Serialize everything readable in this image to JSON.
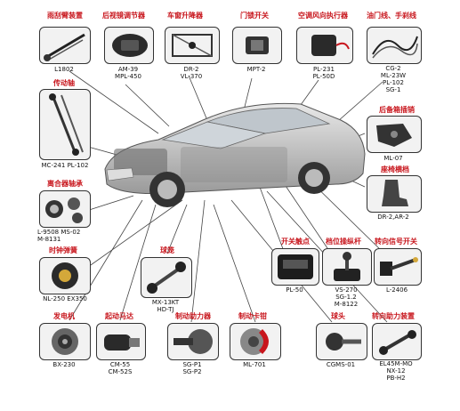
{
  "parts": {
    "wiper": {
      "title": "雨刮臂装置",
      "codes": [
        "L1802"
      ]
    },
    "mirror": {
      "title": "后视镜调节器",
      "codes": [
        "AM-39",
        "MPL-450"
      ]
    },
    "window": {
      "title": "车窗升降器",
      "codes": [
        "DR-2",
        "VL-370"
      ]
    },
    "doorlock": {
      "title": "门锁开关",
      "codes": [
        "MPT-2"
      ]
    },
    "ac_actuator": {
      "title": "空调风向执行器",
      "codes": [
        "PL-231",
        "PL-50D"
      ]
    },
    "cable": {
      "title": "油门线、手刹线",
      "codes": [
        "CG-2",
        "ML-23W",
        "PL-102",
        "SG-1"
      ]
    },
    "driveshaft": {
      "title": "传动轴",
      "codes": [
        "MC-241",
        "PL-102"
      ]
    },
    "trunk": {
      "title": "后备箱插销",
      "codes": [
        "ML-07"
      ]
    },
    "seat": {
      "title": "座椅横档",
      "codes": [
        "DR-2,AR-2"
      ]
    },
    "clutch": {
      "title": "离合器轴承",
      "codes": [
        "L-9508",
        "MS-02",
        "M-8131"
      ]
    },
    "clockspring": {
      "title": "时钟弹簧",
      "codes": [
        "NL-250",
        "EX350"
      ]
    },
    "balljoint": {
      "title": "球笼",
      "codes": [
        "MX-13KT",
        "HD-TJ"
      ]
    },
    "switch": {
      "title": "开关触点",
      "codes": [
        "PL-50"
      ]
    },
    "shifter": {
      "title": "档位操纵杆",
      "codes": [
        "VS-270",
        "SG-1.2",
        "M-8122"
      ]
    },
    "turnsignal": {
      "title": "转向信号开关",
      "codes": [
        "L-2406"
      ]
    },
    "alternator": {
      "title": "发电机",
      "codes": [
        "BX-230"
      ]
    },
    "starter": {
      "title": "起动马达",
      "codes": [
        "CM-55",
        "CM-52S"
      ]
    },
    "booster": {
      "title": "制动助力器",
      "codes": [
        "SG-P1",
        "SG-P2"
      ]
    },
    "caliper": {
      "title": "制动卡钳",
      "codes": [
        "ML-701"
      ]
    },
    "ballhead": {
      "title": "球头",
      "codes": [
        "CGMS-01"
      ]
    },
    "steering": {
      "title": "转向助力装置",
      "codes": [
        "EL45M-MO",
        "NX-12",
        "PB-H2"
      ]
    }
  },
  "colors": {
    "title_red": "#c8161d",
    "title_dark": "#111111",
    "box_border": "#333333",
    "box_bg": "#f2f2f2",
    "line": "#444444"
  }
}
